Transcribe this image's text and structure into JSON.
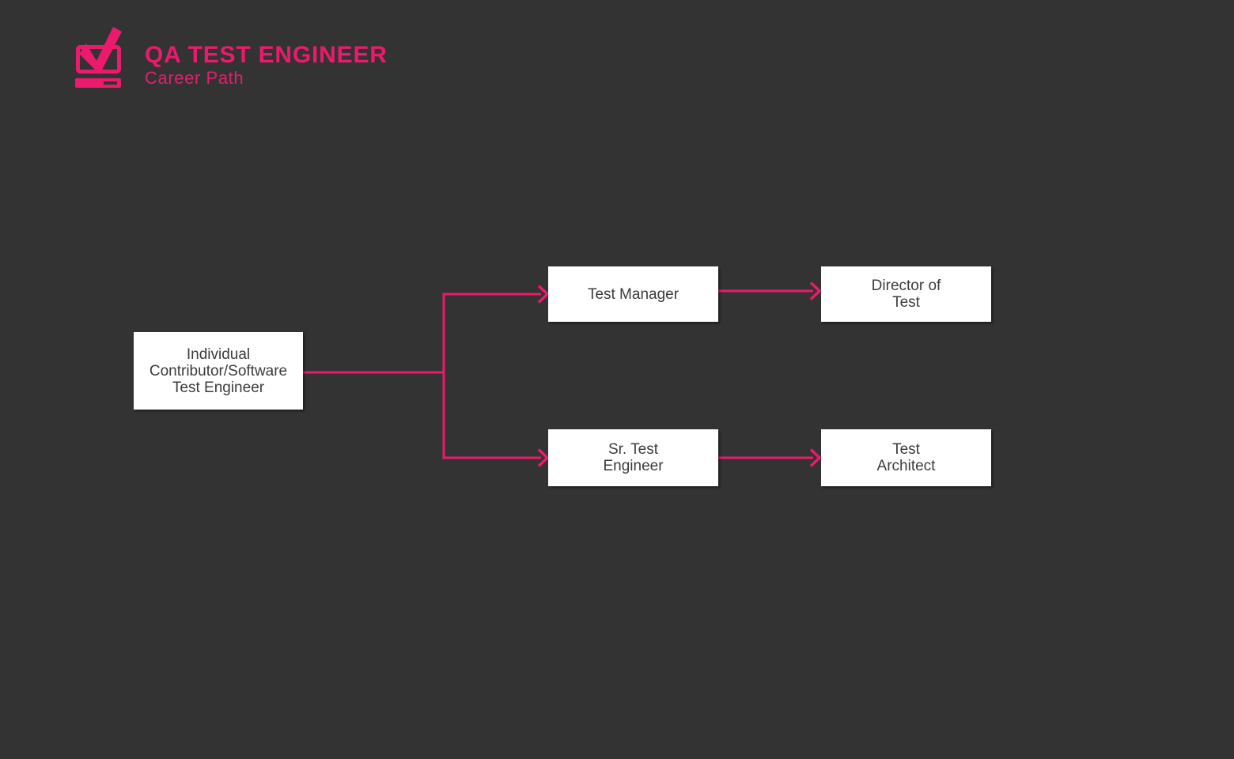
{
  "header": {
    "logo_icon": "monitor-checkmark-icon",
    "title": "QA TEST ENGINEER",
    "subtitle": "Career Path"
  },
  "colors": {
    "accent_pink": "#EB1A6D",
    "background": "#333333",
    "node_background": "#FFFFFF",
    "node_text": "#3C3C3C"
  },
  "diagram": {
    "nodes": [
      {
        "id": "individual-contributor",
        "label": "Individual\nContributor/Software\nTest Engineer"
      },
      {
        "id": "test-manager",
        "label": "Test Manager"
      },
      {
        "id": "director-of-test",
        "label": "Director of\nTest"
      },
      {
        "id": "sr-test-engineer",
        "label": "Sr. Test\nEngineer"
      },
      {
        "id": "test-architect",
        "label": "Test\nArchitect"
      }
    ],
    "edges": [
      {
        "from": "individual-contributor",
        "to": "test-manager"
      },
      {
        "from": "individual-contributor",
        "to": "sr-test-engineer"
      },
      {
        "from": "test-manager",
        "to": "director-of-test"
      },
      {
        "from": "sr-test-engineer",
        "to": "test-architect"
      }
    ]
  }
}
